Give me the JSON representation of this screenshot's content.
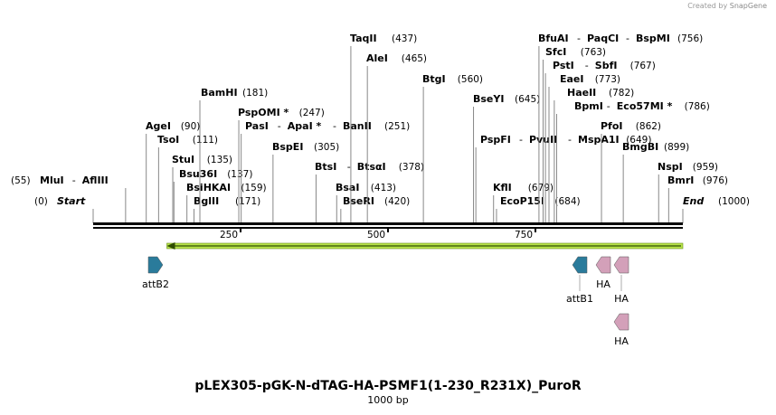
{
  "credit": {
    "prefix": "Created by",
    "brand": "SnapGene"
  },
  "title": "pLEX305-pGK-N-dTAG-HA-PSMF1(1-230_R231X)_PuroR",
  "subtitle": "1000 bp",
  "ruler": {
    "ticks": [
      {
        "value": 250,
        "label": "250"
      },
      {
        "value": 500,
        "label": "500"
      },
      {
        "value": 750,
        "label": "750"
      }
    ]
  },
  "ends": {
    "start": {
      "label": "Start",
      "pos": "(0)"
    },
    "end": {
      "label": "End",
      "pos": "(1000)"
    }
  },
  "sites": [
    {
      "id": "mlui-aflIII",
      "names": [
        "MluI",
        "AflIII"
      ],
      "pos": 55,
      "posLabel": "(55)"
    },
    {
      "id": "agei",
      "names": [
        "AgeI"
      ],
      "pos": 90,
      "posLabel": "(90)"
    },
    {
      "id": "tsoi",
      "names": [
        "TsoI"
      ],
      "pos": 111,
      "posLabel": "(111)"
    },
    {
      "id": "stui",
      "names": [
        "StuI"
      ],
      "pos": 135,
      "posLabel": "(135)"
    },
    {
      "id": "bsu36i",
      "names": [
        "Bsu36I"
      ],
      "pos": 137,
      "posLabel": "(137)"
    },
    {
      "id": "bsihkai",
      "names": [
        "BsiHKAI"
      ],
      "pos": 159,
      "posLabel": "(159)"
    },
    {
      "id": "bglii",
      "names": [
        "BglII"
      ],
      "pos": 171,
      "posLabel": "(171)"
    },
    {
      "id": "bamhi",
      "names": [
        "BamHI"
      ],
      "pos": 181,
      "posLabel": "(181)"
    },
    {
      "id": "pspomi",
      "names": [
        "PspOMI *"
      ],
      "pos": 247,
      "posLabel": "(247)"
    },
    {
      "id": "pasi-apai-banii",
      "names": [
        "PasI",
        "ApaI *",
        "BanII"
      ],
      "pos": 251,
      "posLabel": "(251)"
    },
    {
      "id": "bspei",
      "names": [
        "BspEI"
      ],
      "pos": 305,
      "posLabel": "(305)"
    },
    {
      "id": "btsi-btsai",
      "names": [
        "BtsI",
        "BtsαI"
      ],
      "pos": 378,
      "posLabel": "(378)"
    },
    {
      "id": "bsai",
      "names": [
        "BsaI"
      ],
      "pos": 413,
      "posLabel": "(413)"
    },
    {
      "id": "bseri",
      "names": [
        "BseRI"
      ],
      "pos": 420,
      "posLabel": "(420)"
    },
    {
      "id": "taqii",
      "names": [
        "TaqII"
      ],
      "pos": 437,
      "posLabel": "(437)"
    },
    {
      "id": "alei",
      "names": [
        "AleI"
      ],
      "pos": 465,
      "posLabel": "(465)"
    },
    {
      "id": "btgi",
      "names": [
        "BtgI"
      ],
      "pos": 560,
      "posLabel": "(560)"
    },
    {
      "id": "bseyi",
      "names": [
        "BseYI"
      ],
      "pos": 645,
      "posLabel": "(645)"
    },
    {
      "id": "pspfi-pvuii-mspa1i",
      "names": [
        "PspFI",
        "PvuII",
        "MspA1I"
      ],
      "pos": 649,
      "posLabel": "(649)"
    },
    {
      "id": "kfli",
      "names": [
        "KflI"
      ],
      "pos": 679,
      "posLabel": "(679)"
    },
    {
      "id": "ecop15i",
      "names": [
        "EcoP15I"
      ],
      "pos": 684,
      "posLabel": "(684)"
    },
    {
      "id": "bfuai-paqci-bspmi",
      "names": [
        "BfuAI",
        "PaqCI",
        "BspMI"
      ],
      "pos": 756,
      "posLabel": "(756)"
    },
    {
      "id": "sfci",
      "names": [
        "SfcI"
      ],
      "pos": 763,
      "posLabel": "(763)"
    },
    {
      "id": "psti-sbfi",
      "names": [
        "PstI",
        "SbfI"
      ],
      "pos": 767,
      "posLabel": "(767)"
    },
    {
      "id": "eaei",
      "names": [
        "EaeI"
      ],
      "pos": 773,
      "posLabel": "(773)"
    },
    {
      "id": "haeii",
      "names": [
        "HaeII"
      ],
      "pos": 782,
      "posLabel": "(782)"
    },
    {
      "id": "bpmi-eco57mi",
      "names": [
        "BpmI",
        "Eco57MI *"
      ],
      "pos": 786,
      "posLabel": "(786)"
    },
    {
      "id": "pfoi",
      "names": [
        "PfoI"
      ],
      "pos": 862,
      "posLabel": "(862)"
    },
    {
      "id": "bmgbi",
      "names": [
        "BmgBI"
      ],
      "pos": 899,
      "posLabel": "(899)"
    },
    {
      "id": "nspi",
      "names": [
        "NspI"
      ],
      "pos": 959,
      "posLabel": "(959)"
    },
    {
      "id": "bmri",
      "names": [
        "BmrI"
      ],
      "pos": 976,
      "posLabel": "(976)"
    }
  ],
  "features": [
    {
      "id": "puror-arrow",
      "type": "arrow",
      "start": 1000,
      "end": 125,
      "direction": "reverse",
      "color": "#b7e34a"
    },
    {
      "id": "attb2",
      "label": "attB2",
      "pos": 107,
      "direction": "forward",
      "color": "#2a7b9b"
    },
    {
      "id": "attb1",
      "label": "attB1",
      "pos": 827,
      "direction": "reverse",
      "color": "#2a7b9b"
    },
    {
      "id": "ha-1",
      "label": "HA",
      "pos": 864,
      "direction": "reverse",
      "color": "#d3a0b9"
    },
    {
      "id": "ha-2",
      "label": "HA",
      "pos": 892,
      "direction": "reverse",
      "color": "#d3a0b9"
    },
    {
      "id": "ha-3",
      "label": "HA",
      "pos": 892,
      "direction": "reverse",
      "color": "#d3a0b9"
    }
  ],
  "colors": {
    "line": "#000000",
    "siteLine": "#888888",
    "text": "#000000"
  }
}
